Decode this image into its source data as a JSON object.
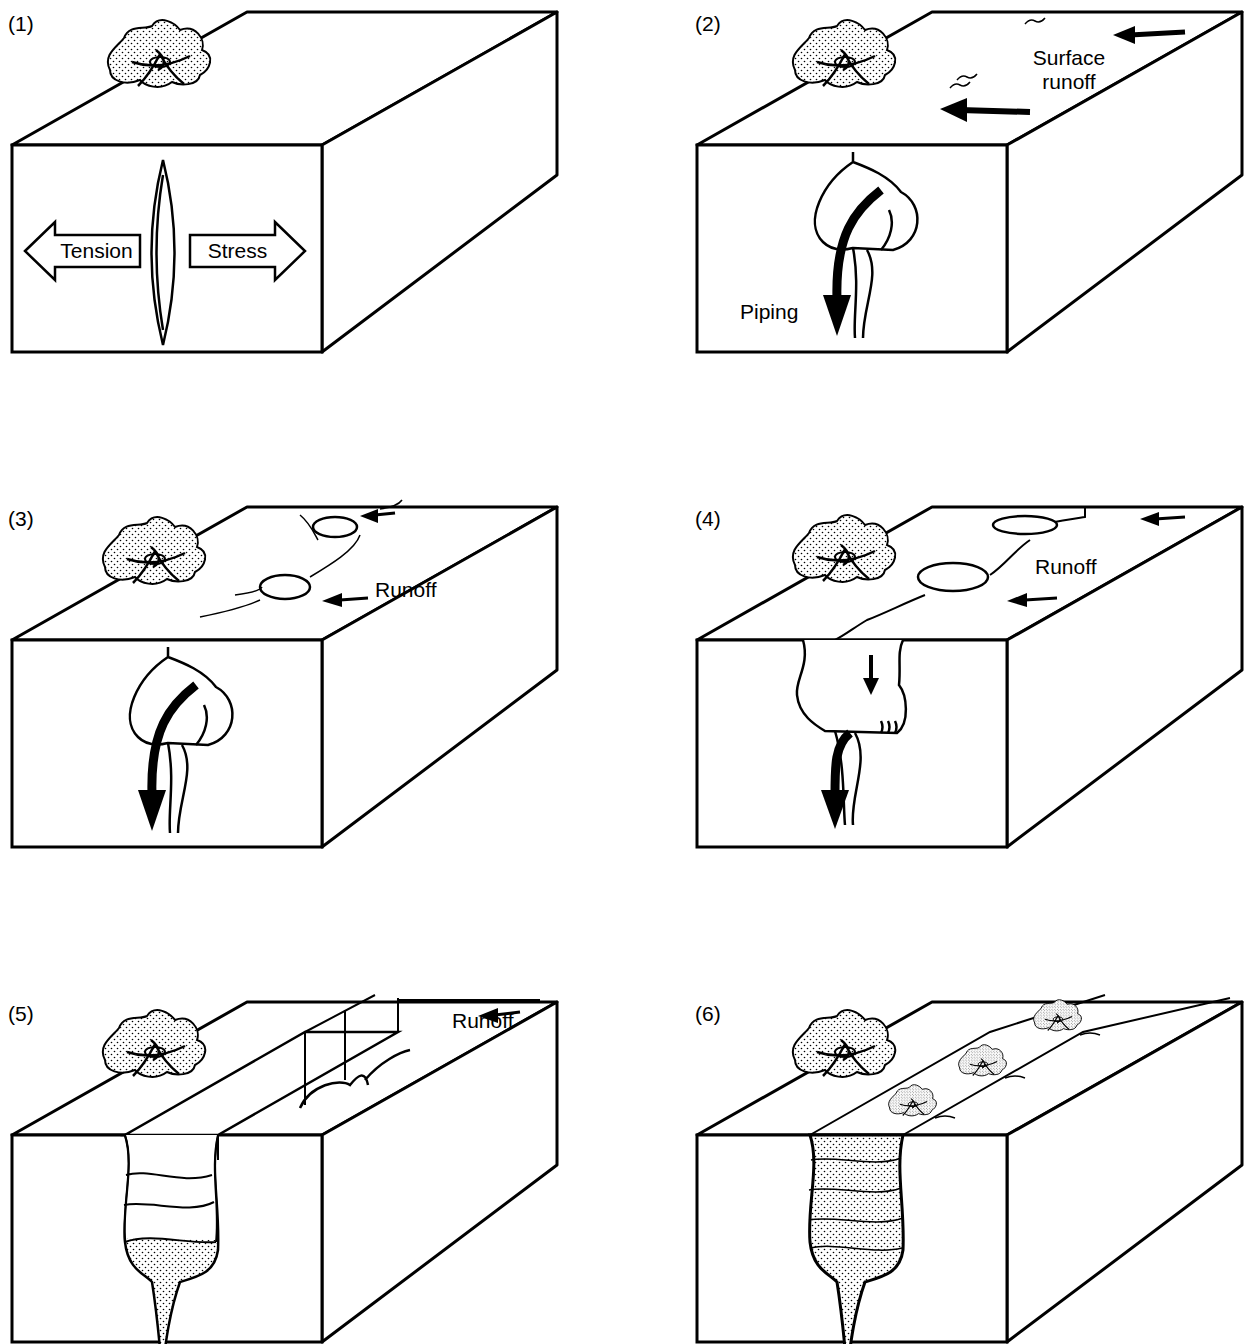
{
  "diagram": {
    "nodes": [
      {
        "text": [
          "Tension"
        ]
      },
      {
        "text": [
          "Stress"
        ]
      }
    ],
    "labels": [
      "(1)",
      "(2)",
      "Surface runoff",
      "Piping",
      "(3)",
      "Runoff",
      "(4)",
      "Runoff",
      "(5)",
      "Runoff",
      "(6)"
    ]
  }
}
